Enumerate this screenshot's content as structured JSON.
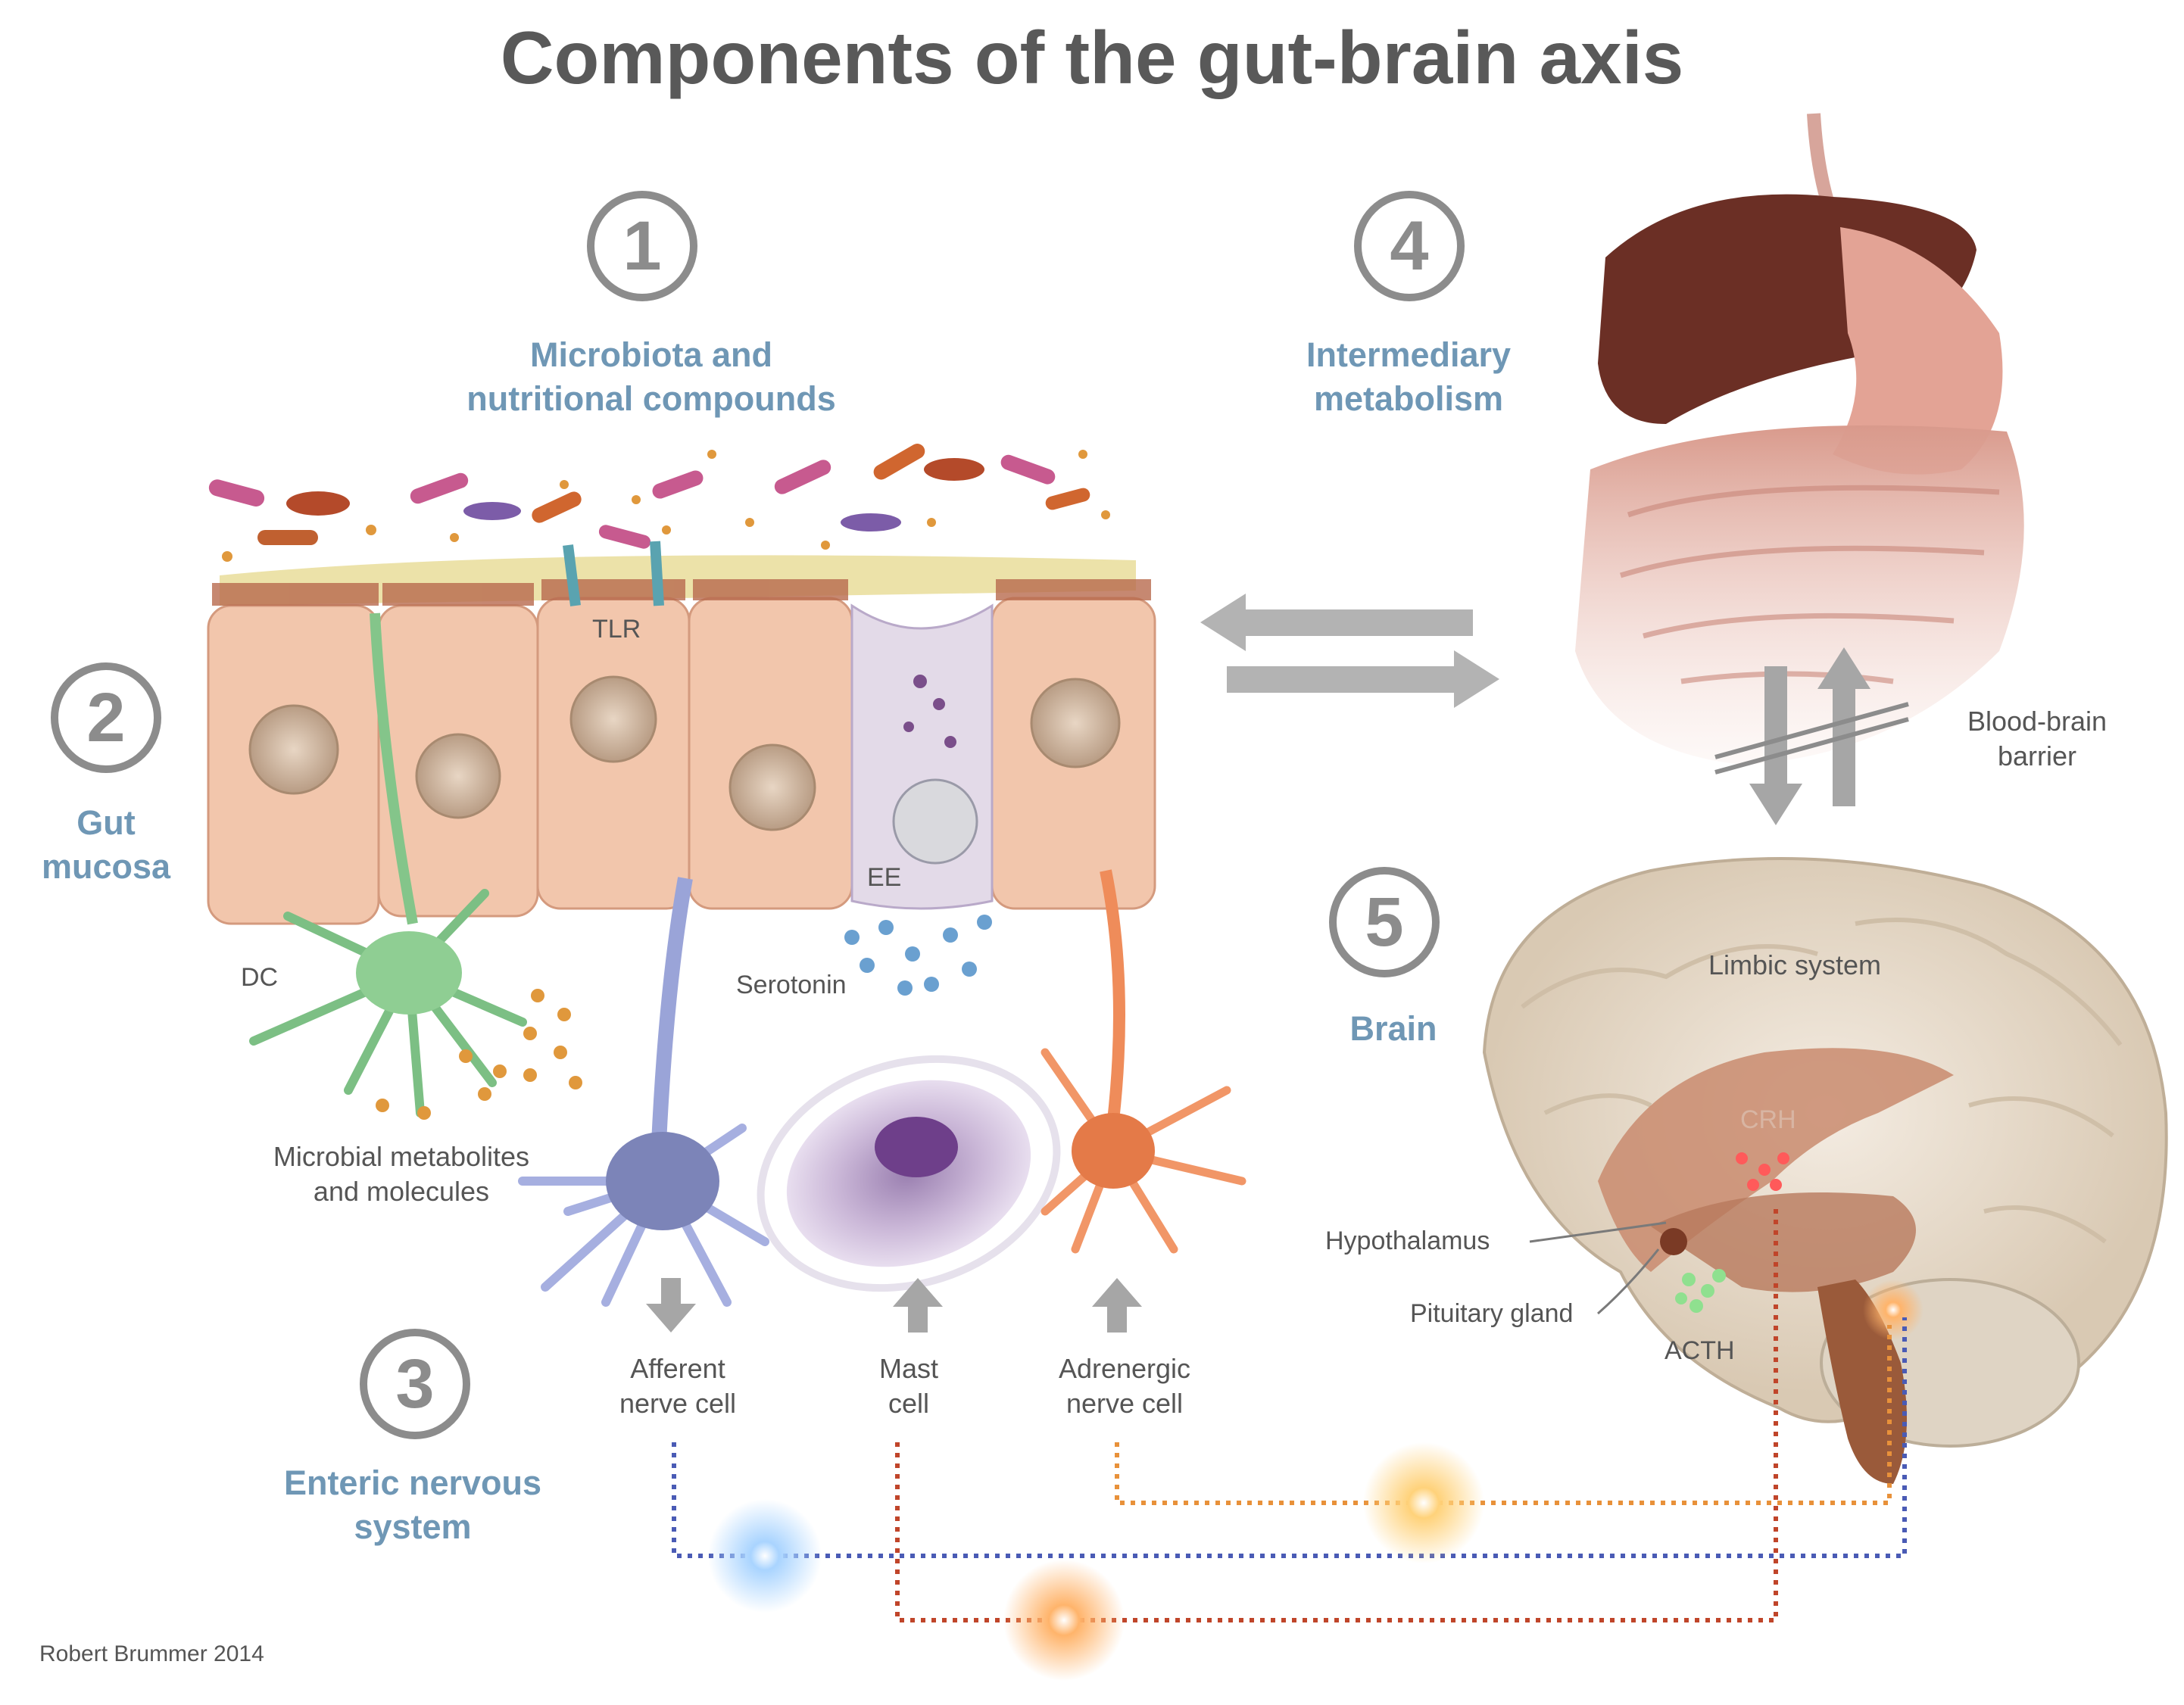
{
  "title": "Components of the gut-brain axis",
  "components": [
    {
      "number": "1",
      "label_line1": "Microbiota and",
      "label_line2": "nutritional compounds"
    },
    {
      "number": "2",
      "label_line1": "Gut",
      "label_line2": "mucosa"
    },
    {
      "number": "3",
      "label_line1": "Enteric nervous",
      "label_line2": "system"
    },
    {
      "number": "4",
      "label_line1": "Intermediary",
      "label_line2": "metabolism"
    },
    {
      "number": "5",
      "label_line1": "Brain",
      "label_line2": ""
    }
  ],
  "labels": {
    "tlr": "TLR",
    "ee": "EE",
    "dc": "DC",
    "serotonin": "Serotonin",
    "metabolites_line1": "Microbial metabolites",
    "metabolites_line2": "and molecules",
    "afferent_line1": "Afferent",
    "afferent_line2": "nerve cell",
    "mast_line1": "Mast",
    "mast_line2": "cell",
    "adrenergic_line1": "Adrenergic",
    "adrenergic_line2": "nerve cell",
    "bbb_line1": "Blood-brain",
    "bbb_line2": "barrier",
    "limbic": "Limbic system",
    "crh": "CRH",
    "hypothalamus": "Hypothalamus",
    "pituitary": "Pituitary gland",
    "acth": "ACTH"
  },
  "credit": "Robert Brummer 2014",
  "colors": {
    "title": "#595959",
    "component_label": "#6f97b5",
    "circle_number": "#8c8c8c",
    "afferent_path": "#4a5bb5",
    "mast_path": "#c0452a",
    "adrenergic_path": "#e8913a"
  }
}
